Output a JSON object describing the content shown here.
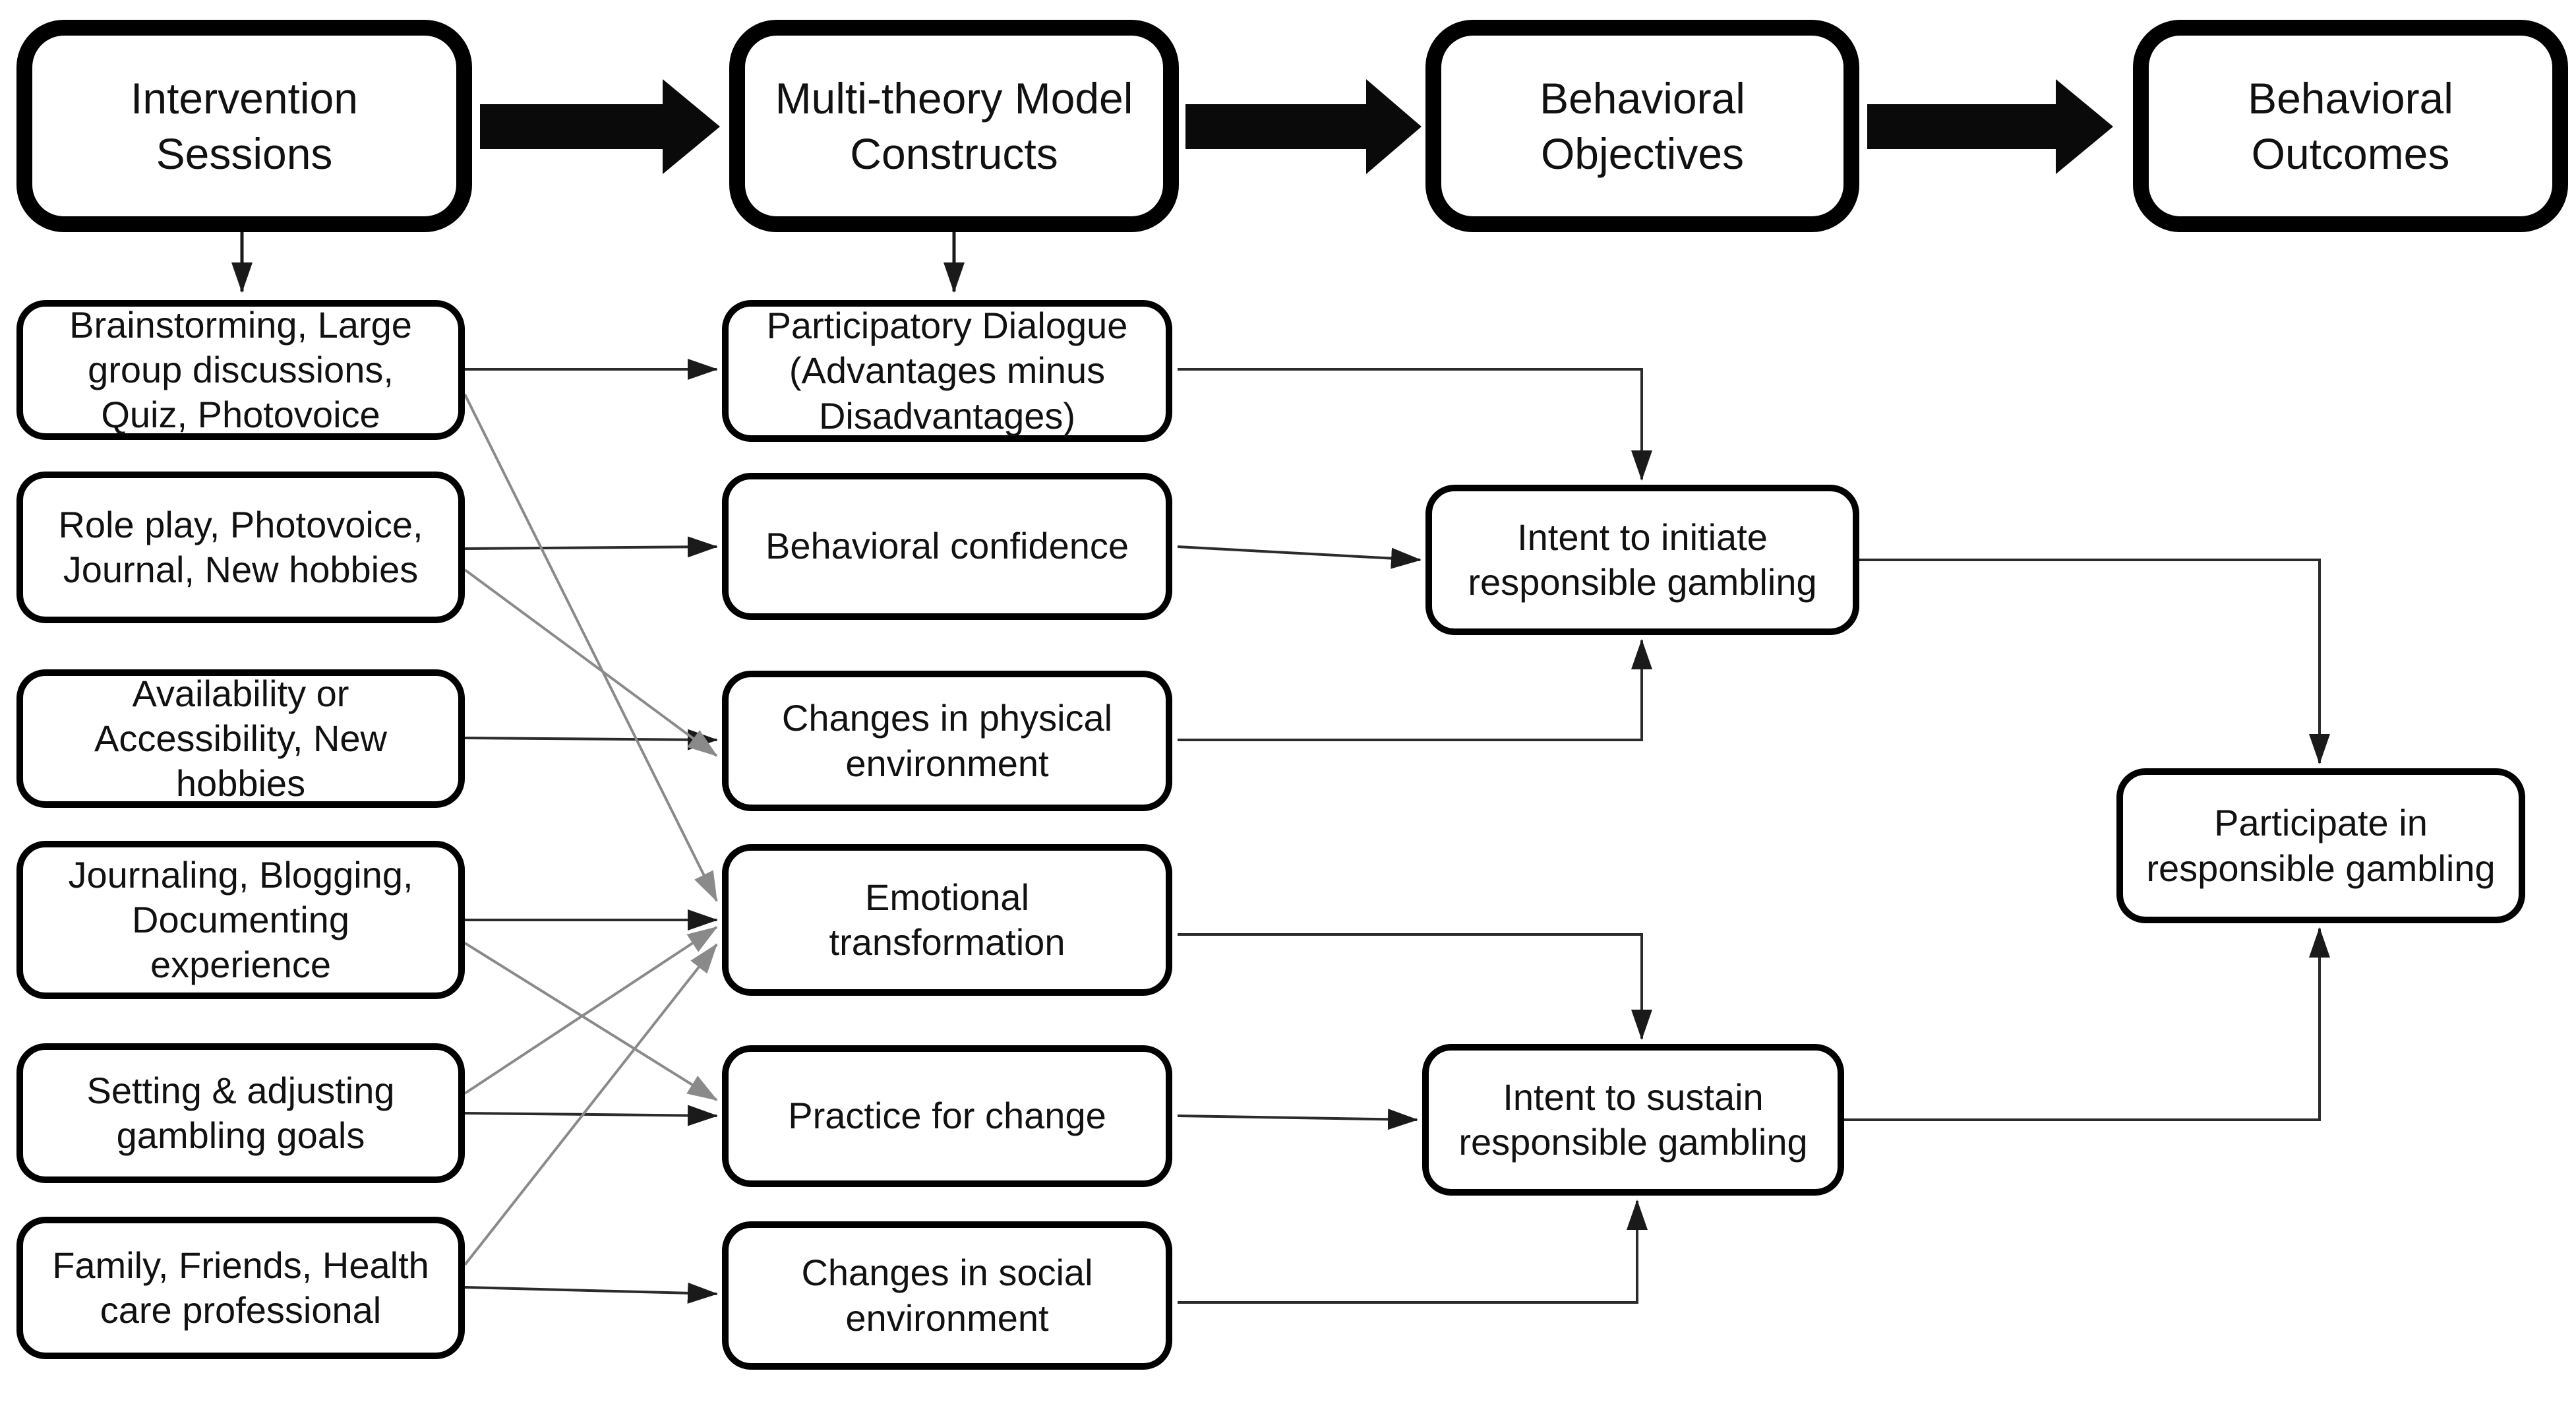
{
  "diagram": {
    "headers": [
      {
        "id": "h1",
        "label": "Intervention Sessions"
      },
      {
        "id": "h2",
        "label": "Multi-theory Model Constructs"
      },
      {
        "id": "h3",
        "label": "Behavioral Objectives"
      },
      {
        "id": "h4",
        "label": "Behavioral Outcomes"
      }
    ],
    "sessions": [
      {
        "id": "s1",
        "label": "Brainstorming, Large group discussions, Quiz, Photovoice"
      },
      {
        "id": "s2",
        "label": "Role play, Photovoice, Journal, New hobbies"
      },
      {
        "id": "s3",
        "label": "Availability or Accessibility, New hobbies"
      },
      {
        "id": "s4",
        "label": "Journaling, Blogging, Documenting experience"
      },
      {
        "id": "s5",
        "label": "Setting & adjusting gambling goals"
      },
      {
        "id": "s6",
        "label": "Family, Friends, Health care professional"
      }
    ],
    "constructs": [
      {
        "id": "c1",
        "label": "Participatory Dialogue (Advantages minus Disadvantages)"
      },
      {
        "id": "c2",
        "label": "Behavioral confidence"
      },
      {
        "id": "c3",
        "label": "Changes in physical environment"
      },
      {
        "id": "c4",
        "label": "Emotional transformation"
      },
      {
        "id": "c5",
        "label": "Practice for change"
      },
      {
        "id": "c6",
        "label": "Changes in social environment"
      }
    ],
    "objectives": [
      {
        "id": "o1",
        "label": "Intent to initiate responsible gambling"
      },
      {
        "id": "o2",
        "label": "Intent to sustain responsible gambling"
      }
    ],
    "outcome": {
      "id": "out",
      "label": "Participate in responsible gambling"
    },
    "edges": [
      [
        "h1",
        "h2"
      ],
      [
        "h2",
        "h3"
      ],
      [
        "h3",
        "h4"
      ],
      [
        "h1",
        "sessions-column"
      ],
      [
        "h2",
        "constructs-column"
      ],
      [
        "s1",
        "c1"
      ],
      [
        "s1",
        "c4"
      ],
      [
        "s2",
        "c2"
      ],
      [
        "s2",
        "c3"
      ],
      [
        "s3",
        "c3"
      ],
      [
        "s4",
        "c4"
      ],
      [
        "s4",
        "c5"
      ],
      [
        "s5",
        "c5"
      ],
      [
        "s5",
        "c4"
      ],
      [
        "s6",
        "c6"
      ],
      [
        "s6",
        "c4"
      ],
      [
        "c1",
        "o1"
      ],
      [
        "c2",
        "o1"
      ],
      [
        "c3",
        "o1"
      ],
      [
        "c4",
        "o2"
      ],
      [
        "c5",
        "o2"
      ],
      [
        "c6",
        "o2"
      ],
      [
        "o1",
        "out"
      ],
      [
        "o2",
        "out"
      ]
    ],
    "colors": {
      "background": "#ffffff",
      "box_border": "#000000",
      "text": "#111111",
      "connector": "#2b2b2b",
      "cross_connector": "#8a8a8a",
      "flow_arrow": "#0a0a0a"
    }
  }
}
